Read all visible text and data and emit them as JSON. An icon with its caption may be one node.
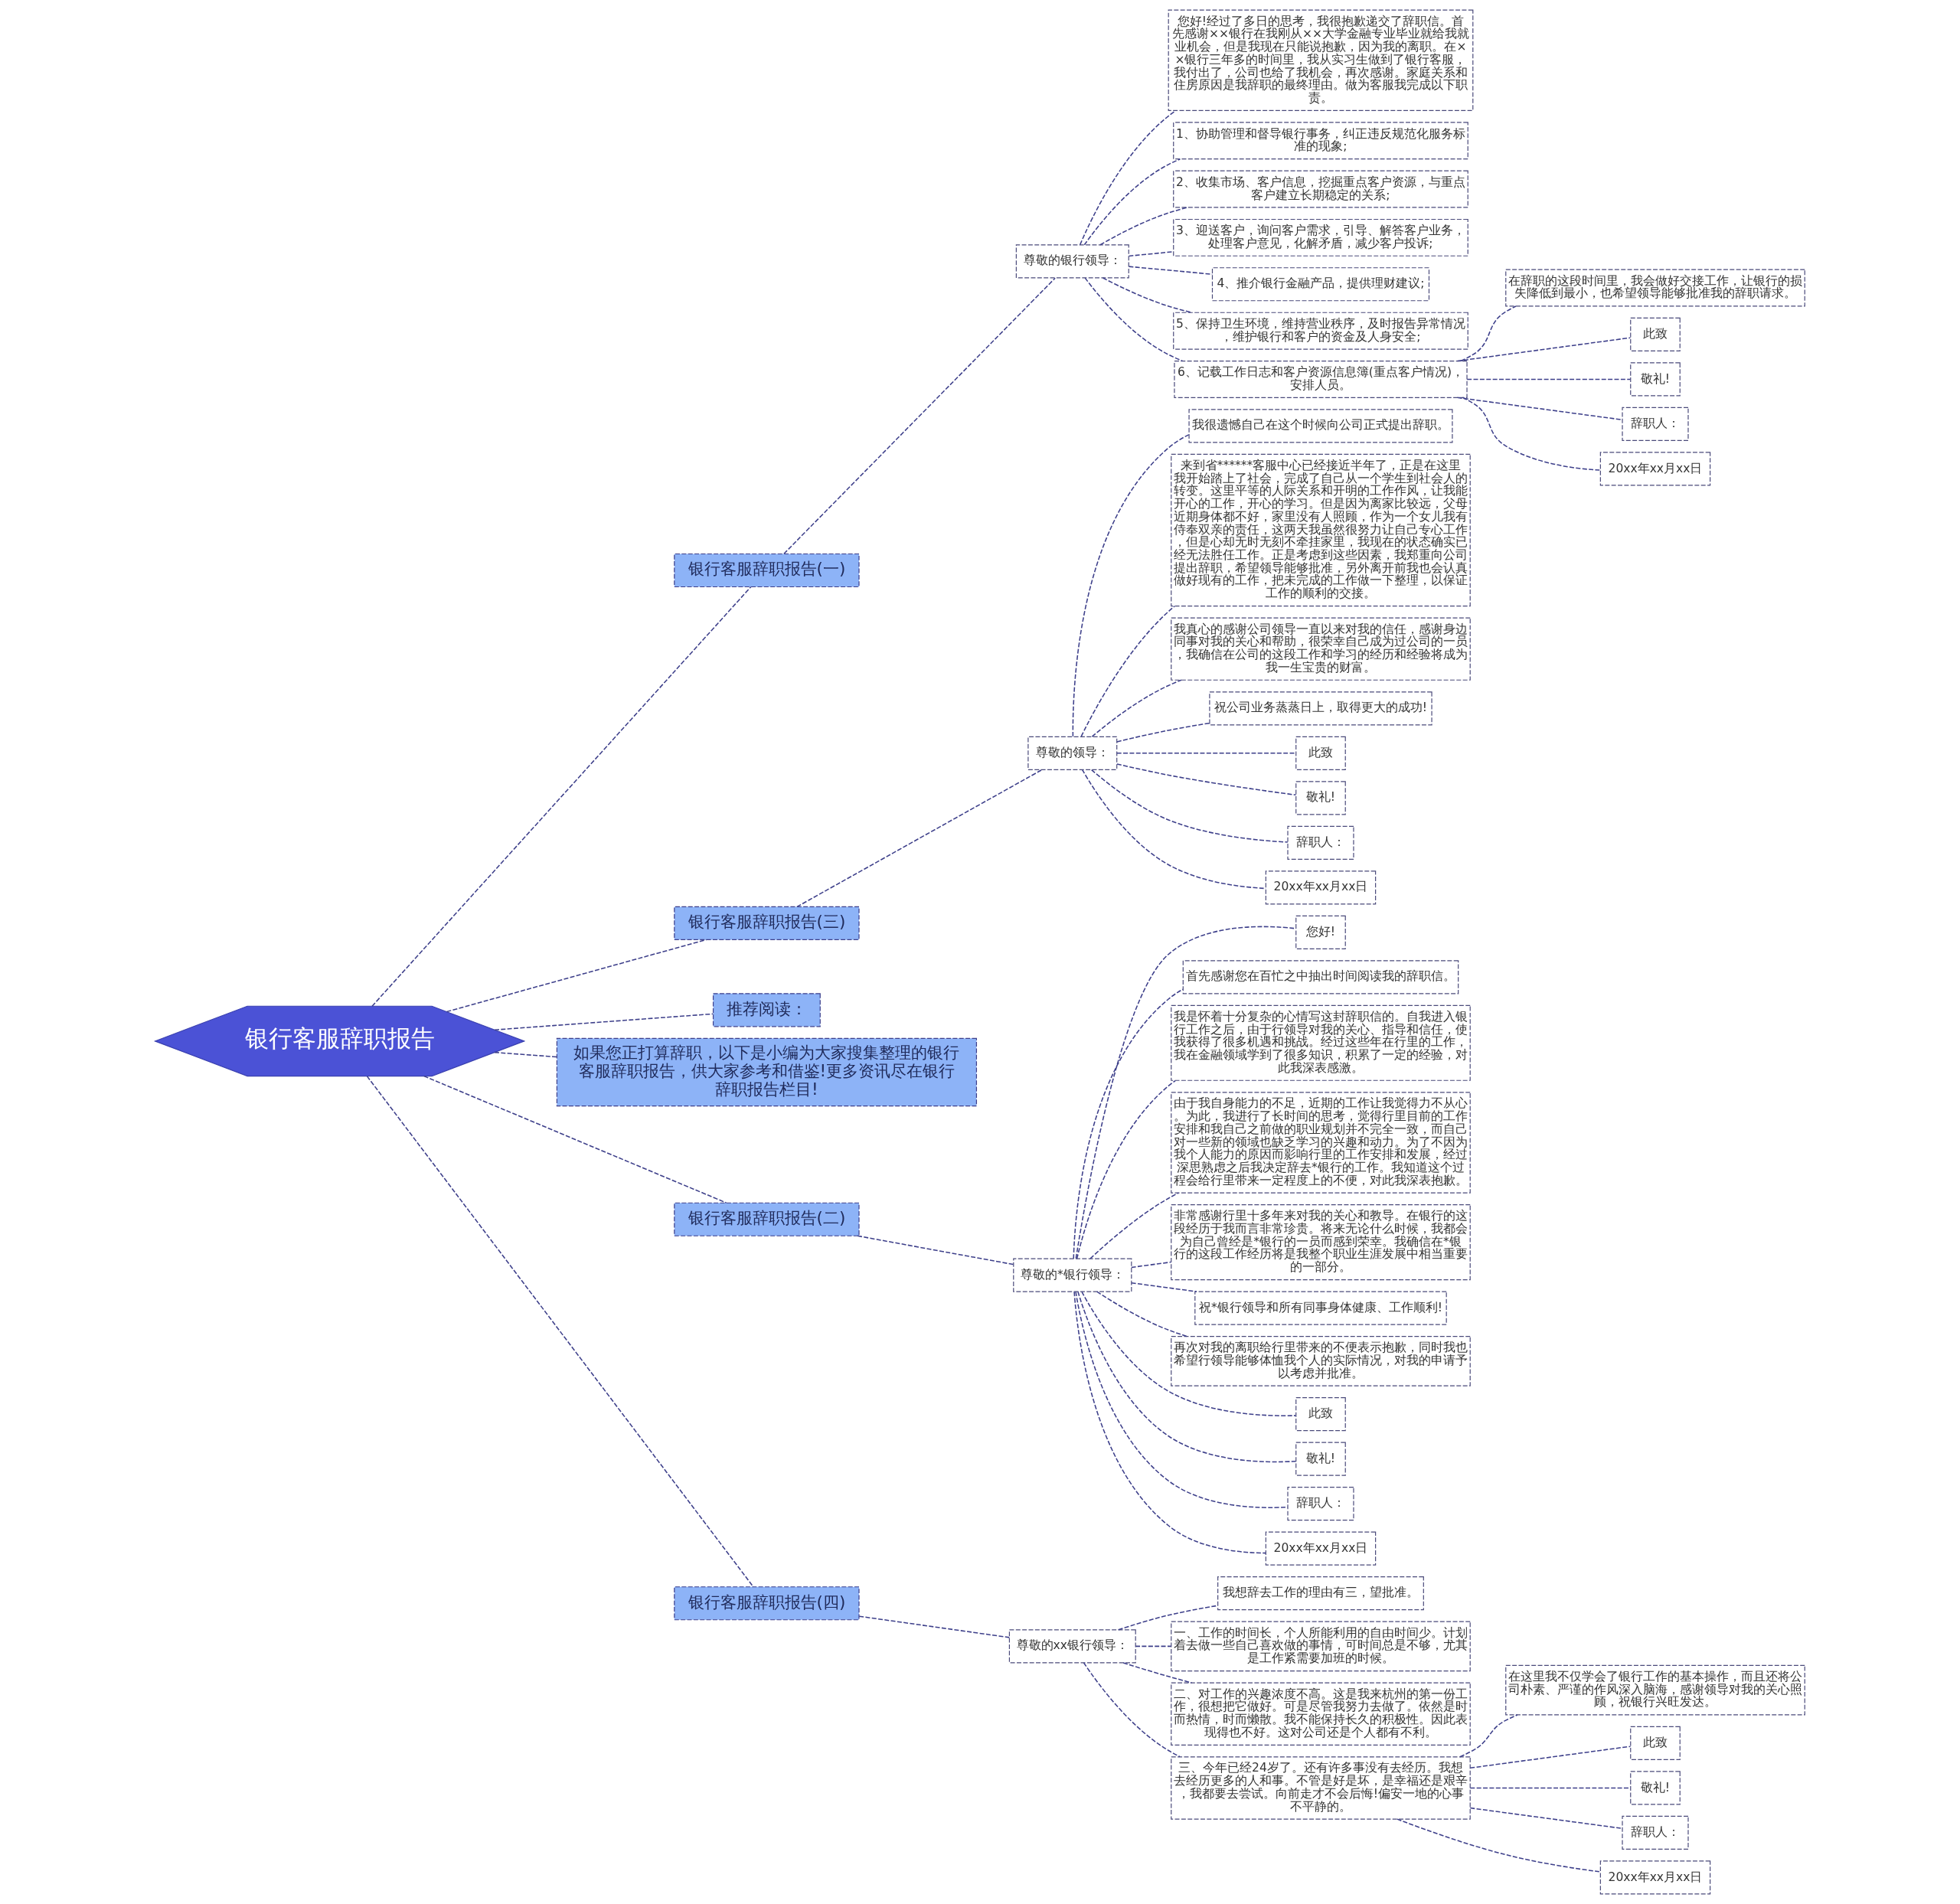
{
  "diagram": {
    "nodes": [
      {
        "text": [
          "银行客服辞职报告"
        ]
      },
      {
        "text": [
          "银行客服辞职报告(一)"
        ]
      },
      {
        "text": [
          "尊敬的银行领导："
        ]
      },
      {
        "text": [
          "您好!经过了多日的思考，我很抱歉递交了辞职信。首先感谢××银行在我刚从××大学金融专业毕业就给我就业机会，但是我现在只能说抱歉，因为我的离职。在××银行三年多的时间里，我从实习生做到了银行客服，我付出了，公司也给了我机会，再次感谢。家庭关系和住房原因是我辞职的最终理由。做为客服我完成以下职责。"
        ]
      },
      {
        "text": [
          "1、协助管理和督导银行事务，纠正违反规范化服务标准的现象;"
        ]
      },
      {
        "text": [
          "2、收集市场、客户信息，挖掘重点客户资源，与重点客户建立长期稳定的关系;"
        ]
      },
      {
        "text": [
          "3、迎送客户，询问客户需求，引导、解答客户业务，处理客户意见，化解矛盾，减少客户投诉;"
        ]
      },
      {
        "text": [
          "4、推介银行金融产品，提供理财建议;"
        ]
      },
      {
        "text": [
          "5、保持卫生环境，维持营业秩序，及时报告异常情况，维护银行和客户的资金及人身安全;"
        ]
      },
      {
        "text": [
          "6、记载工作日志和客户资源信息簿(重点客户情况)，安排人员。"
        ]
      },
      {
        "text": [
          "在辞职的这段时间里，我会做好交接工作，让银行的损失降低到最小，也希望领导能够批准我的辞职请求。"
        ]
      },
      {
        "text": [
          "此致"
        ]
      },
      {
        "text": [
          "敬礼!"
        ]
      },
      {
        "text": [
          "辞职人："
        ]
      },
      {
        "text": [
          "20xx年xx月xx日"
        ]
      },
      {
        "text": [
          "银行客服辞职报告(三)"
        ]
      },
      {
        "text": [
          "尊敬的领导："
        ]
      },
      {
        "text": [
          "我很遗憾自己在这个时候向公司正式提出辞职。"
        ]
      },
      {
        "text": [
          "来到省******客服中心已经接近半年了，正是在这里我开始踏上了社会，完成了自己从一个学生到社会人的转变。这里平等的人际关系和开明的工作作风，让我能开心的工作，开心的学习。但是因为离家比较远，父母近期身体都不好，家里没有人照顾，作为一个女儿我有侍奉双亲的责任，这两天我虽然很努力让自己专心工作，但是心却无时无刻不牵挂家里，我现在的状态确实已经无法胜任工作。正是考虑到这些因素，我郑重向公司提出辞职，希望领导能够批准，另外离开前我也会认真做好现有的工作，把未完成的工作做一下整理，以保证工作的顺利的交接。"
        ]
      },
      {
        "text": [
          "我真心的感谢公司领导一直以来对我的信任，感谢身边同事对我的关心和帮助，很荣幸自己成为过公司的一员，我确信在公司的这段工作和学习的经历和经验将成为我一生宝贵的财富。"
        ]
      },
      {
        "text": [
          "祝公司业务蒸蒸日上，取得更大的成功!"
        ]
      },
      {
        "text": [
          "此致"
        ]
      },
      {
        "text": [
          "敬礼!"
        ]
      },
      {
        "text": [
          "辞职人："
        ]
      },
      {
        "text": [
          "20xx年xx月xx日"
        ]
      },
      {
        "text": [
          "推荐阅读："
        ]
      },
      {
        "text": [
          "如果您正打算辞职，以下是小编为大家搜集整理的银行客服辞职报告，供大家参考和借鉴!更多资讯尽在银行辞职报告栏目!"
        ]
      },
      {
        "text": [
          "银行客服辞职报告(二)"
        ]
      },
      {
        "text": [
          "尊敬的*银行领导："
        ]
      },
      {
        "text": [
          "您好!"
        ]
      },
      {
        "text": [
          "首先感谢您在百忙之中抽出时间阅读我的辞职信。"
        ]
      },
      {
        "text": [
          "我是怀着十分复杂的心情写这封辞职信的。自我进入银行工作之后，由于行领导对我的关心、指导和信任，使我获得了很多机遇和挑战。经过这些年在行里的工作，我在金融领域学到了很多知识，积累了一定的经验，对此我深表感激。"
        ]
      },
      {
        "text": [
          "由于我自身能力的不足，近期的工作让我觉得力不从心。为此，我进行了长时间的思考，觉得行里目前的工作安排和我自己之前做的职业规划并不完全一致，而自己对一些新的领域也缺乏学习的兴趣和动力。为了不因为我个人能力的原因而影响行里的工作安排和发展，经过深思熟虑之后我决定辞去*银行的工作。我知道这个过程会给行里带来一定程度上的不便，对此我深表抱歉。"
        ]
      },
      {
        "text": [
          "非常感谢行里十多年来对我的关心和教导。在银行的这段经历于我而言非常珍贵。将来无论什么时候，我都会为自己曾经是*银行的一员而感到荣幸。我确信在*银行的这段工作经历将是我整个职业生涯发展中相当重要的一部分。"
        ]
      },
      {
        "text": [
          "祝*银行领导和所有同事身体健康、工作顺利!"
        ]
      },
      {
        "text": [
          "再次对我的离职给行里带来的不便表示抱歉，同时我也希望行领导能够体恤我个人的实际情况，对我的申请予以考虑并批准。"
        ]
      },
      {
        "text": [
          "此致"
        ]
      },
      {
        "text": [
          "敬礼!"
        ]
      },
      {
        "text": [
          "辞职人："
        ]
      },
      {
        "text": [
          "20xx年xx月xx日"
        ]
      },
      {
        "text": [
          "银行客服辞职报告(四)"
        ]
      },
      {
        "text": [
          "尊敬的xx银行领导："
        ]
      },
      {
        "text": [
          "我想辞去工作的理由有三，望批准。"
        ]
      },
      {
        "text": [
          "一、工作的时间长，个人所能利用的自由时间少。计划着去做一些自己喜欢做的事情，可时间总是不够，尤其是工作紧需要加班的时候。"
        ]
      },
      {
        "text": [
          "二、对工作的兴趣浓度不高。这是我来杭州的第一份工作，很想把它做好。可是尽管我努力去做了。依然是时而热情，时而懒散。我不能保持长久的积极性。因此表现得也不好。这对公司还是个人都有不利。"
        ]
      },
      {
        "text": [
          "三、今年已经24岁了。还有许多事没有去经历。我想去经历更多的人和事。不管是好是坏，是幸福还是艰辛，我都要去尝试。向前走才不会后悔!偏安一地的心事不平静的。"
        ]
      },
      {
        "text": [
          "在这里我不仅学会了银行工作的基本操作，而且还将公司朴素、严谨的作风深入脑海，感谢领导对我的关心照顾，祝银行兴旺发达。"
        ]
      },
      {
        "text": [
          "此致"
        ]
      },
      {
        "text": [
          "敬礼!"
        ]
      },
      {
        "text": [
          "辞职人："
        ]
      },
      {
        "text": [
          "20xx年xx月xx日"
        ]
      }
    ],
    "edges": [
      {
        "from": 0,
        "to": 1,
        "arrow": "none"
      },
      {
        "from": 1,
        "to": 2,
        "arrow": "none"
      },
      {
        "from": 2,
        "to": 3,
        "arrow": "none"
      },
      {
        "from": 2,
        "to": 4,
        "arrow": "none"
      },
      {
        "from": 2,
        "to": 5,
        "arrow": "none"
      },
      {
        "from": 2,
        "to": 6,
        "arrow": "none"
      },
      {
        "from": 2,
        "to": 7,
        "arrow": "none"
      },
      {
        "from": 2,
        "to": 8,
        "arrow": "none"
      },
      {
        "from": 2,
        "to": 9,
        "arrow": "none"
      },
      {
        "from": 9,
        "to": 10,
        "arrow": "none"
      },
      {
        "from": 9,
        "to": 11,
        "arrow": "none"
      },
      {
        "from": 9,
        "to": 12,
        "arrow": "none"
      },
      {
        "from": 9,
        "to": 13,
        "arrow": "none"
      },
      {
        "from": 9,
        "to": 14,
        "arrow": "none"
      },
      {
        "from": 0,
        "to": 15,
        "arrow": "none"
      },
      {
        "from": 15,
        "to": 16,
        "arrow": "none"
      },
      {
        "from": 16,
        "to": 17,
        "arrow": "none"
      },
      {
        "from": 16,
        "to": 18,
        "arrow": "none"
      },
      {
        "from": 16,
        "to": 19,
        "arrow": "none"
      },
      {
        "from": 16,
        "to": 20,
        "arrow": "none"
      },
      {
        "from": 16,
        "to": 21,
        "arrow": "none"
      },
      {
        "from": 16,
        "to": 22,
        "arrow": "none"
      },
      {
        "from": 16,
        "to": 23,
        "arrow": "none"
      },
      {
        "from": 16,
        "to": 24,
        "arrow": "none"
      },
      {
        "from": 0,
        "to": 25,
        "arrow": "none"
      },
      {
        "from": 0,
        "to": 26,
        "arrow": "none"
      },
      {
        "from": 0,
        "to": 27,
        "arrow": "none"
      },
      {
        "from": 27,
        "to": 28,
        "arrow": "none"
      },
      {
        "from": 28,
        "to": 29,
        "arrow": "none"
      },
      {
        "from": 28,
        "to": 30,
        "arrow": "none"
      },
      {
        "from": 28,
        "to": 31,
        "arrow": "none"
      },
      {
        "from": 28,
        "to": 32,
        "arrow": "none"
      },
      {
        "from": 28,
        "to": 33,
        "arrow": "none"
      },
      {
        "from": 28,
        "to": 34,
        "arrow": "none"
      },
      {
        "from": 28,
        "to": 35,
        "arrow": "none"
      },
      {
        "from": 28,
        "to": 36,
        "arrow": "none"
      },
      {
        "from": 28,
        "to": 37,
        "arrow": "none"
      },
      {
        "from": 28,
        "to": 38,
        "arrow": "none"
      },
      {
        "from": 28,
        "to": 39,
        "arrow": "none"
      },
      {
        "from": 0,
        "to": 40,
        "arrow": "none"
      },
      {
        "from": 40,
        "to": 41,
        "arrow": "none"
      },
      {
        "from": 41,
        "to": 42,
        "arrow": "none"
      },
      {
        "from": 41,
        "to": 43,
        "arrow": "none"
      },
      {
        "from": 41,
        "to": 44,
        "arrow": "none"
      },
      {
        "from": 41,
        "to": 45,
        "arrow": "none"
      },
      {
        "from": 45,
        "to": 46,
        "arrow": "none"
      },
      {
        "from": 45,
        "to": 47,
        "arrow": "none"
      },
      {
        "from": 45,
        "to": 48,
        "arrow": "none"
      },
      {
        "from": 45,
        "to": 49,
        "arrow": "none"
      },
      {
        "from": 45,
        "to": 50,
        "arrow": "none"
      }
    ]
  }
}
